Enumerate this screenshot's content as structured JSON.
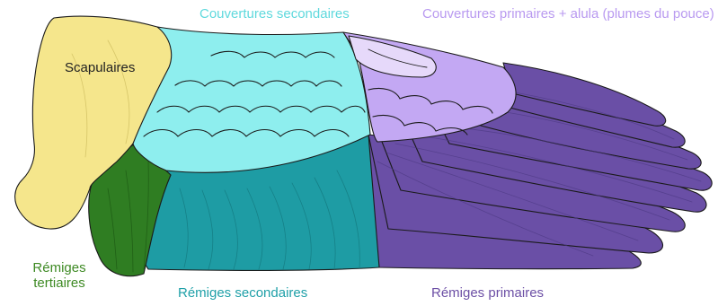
{
  "labels": {
    "scapulaires": "Scapulaires",
    "couvertures_secondaires": "Couvertures secondaires",
    "couvertures_primaires": "Couvertures primaires + alula (plumes du pouce)",
    "remiges_tertiaires_line1": "Rémiges",
    "remiges_tertiaires_line2": "tertiaires",
    "remiges_secondaires": "Rémiges secondaires",
    "remiges_primaires": "Rémiges primaires"
  },
  "colors": {
    "scapulaires": "#f5e68c",
    "couvertures_secondaires": "#8eeeee",
    "couvertures_primaires": "#c3a8f3",
    "alula": "#e6d9fa",
    "remiges_tertiaires": "#2f7d22",
    "remiges_secondaires": "#1e9ca4",
    "remiges_primaires": "#6a4fa6",
    "label_scapulaires": "#222222",
    "label_couvertures_secondaires": "#5fd9dd",
    "label_couvertures_primaires": "#b99af0",
    "label_remiges_tertiaires": "#3e8a24",
    "label_remiges_secondaires": "#1fa0a8",
    "label_remiges_primaires": "#6c4fa5"
  }
}
